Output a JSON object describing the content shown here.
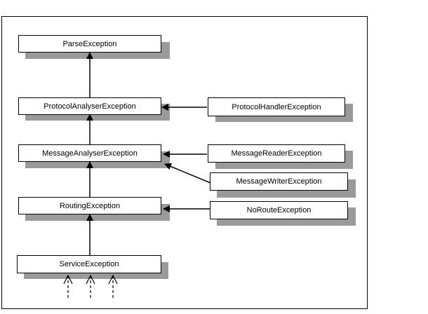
{
  "diagram": {
    "nodes": {
      "parse": "ParseException",
      "protocol_analyser": "ProtocolAnalyserException",
      "protocol_handler": "ProtocolHandlerException",
      "message_analyser": "MessageAnalyserException",
      "message_reader": "MessageReaderException",
      "message_writer": "MessageWriterException",
      "routing": "RoutingException",
      "no_route": "NoRouteException",
      "service": "ServiceException"
    },
    "edges": [
      {
        "from": "protocol_analyser",
        "to": "parse",
        "type": "inheritance"
      },
      {
        "from": "message_analyser",
        "to": "protocol_analyser",
        "type": "inheritance"
      },
      {
        "from": "routing",
        "to": "message_analyser",
        "type": "inheritance"
      },
      {
        "from": "service",
        "to": "routing",
        "type": "inheritance"
      },
      {
        "from": "protocol_handler",
        "to": "protocol_analyser",
        "type": "inheritance"
      },
      {
        "from": "message_reader",
        "to": "message_analyser",
        "type": "inheritance"
      },
      {
        "from": "message_writer",
        "to": "message_analyser",
        "type": "inheritance"
      },
      {
        "from": "no_route",
        "to": "routing",
        "type": "inheritance"
      },
      {
        "from": "unnamed-subclasses",
        "to": "service",
        "type": "inheritance",
        "count": 3,
        "style": "dashed"
      }
    ]
  }
}
